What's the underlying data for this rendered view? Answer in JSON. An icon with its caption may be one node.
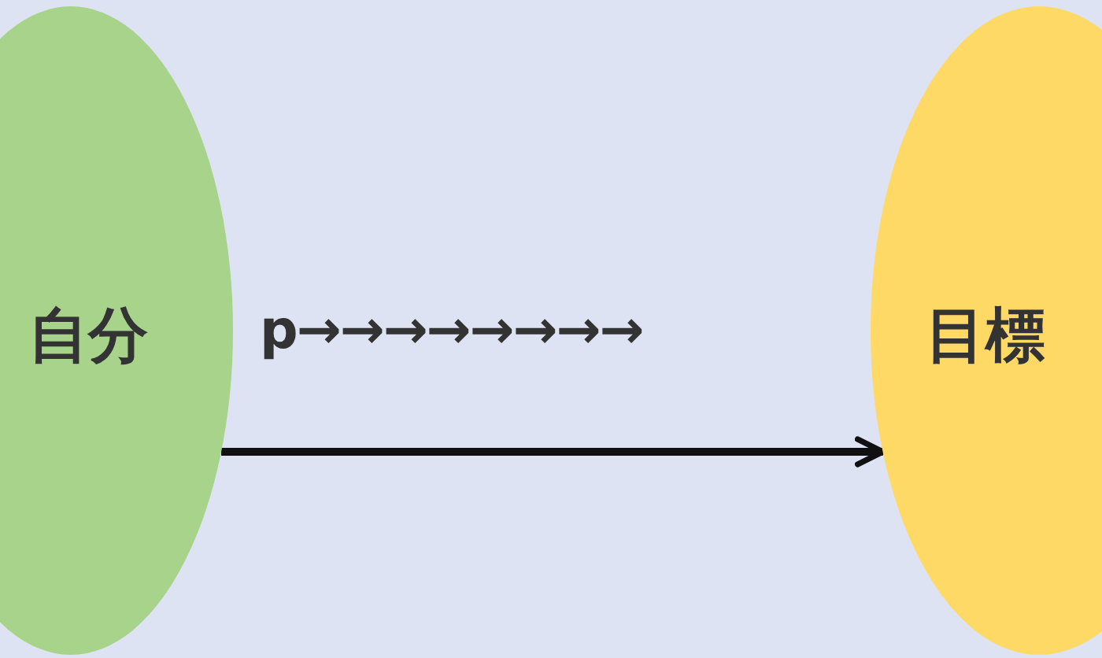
{
  "diagram": {
    "nodes": [
      {
        "text": [
          "自分"
        ]
      },
      {
        "text": [
          "目標"
        ]
      }
    ],
    "edges": [
      {
        "from": 0,
        "to": 1,
        "arrow": "to"
      }
    ],
    "labels": [
      "p→→→→→→→→"
    ]
  }
}
